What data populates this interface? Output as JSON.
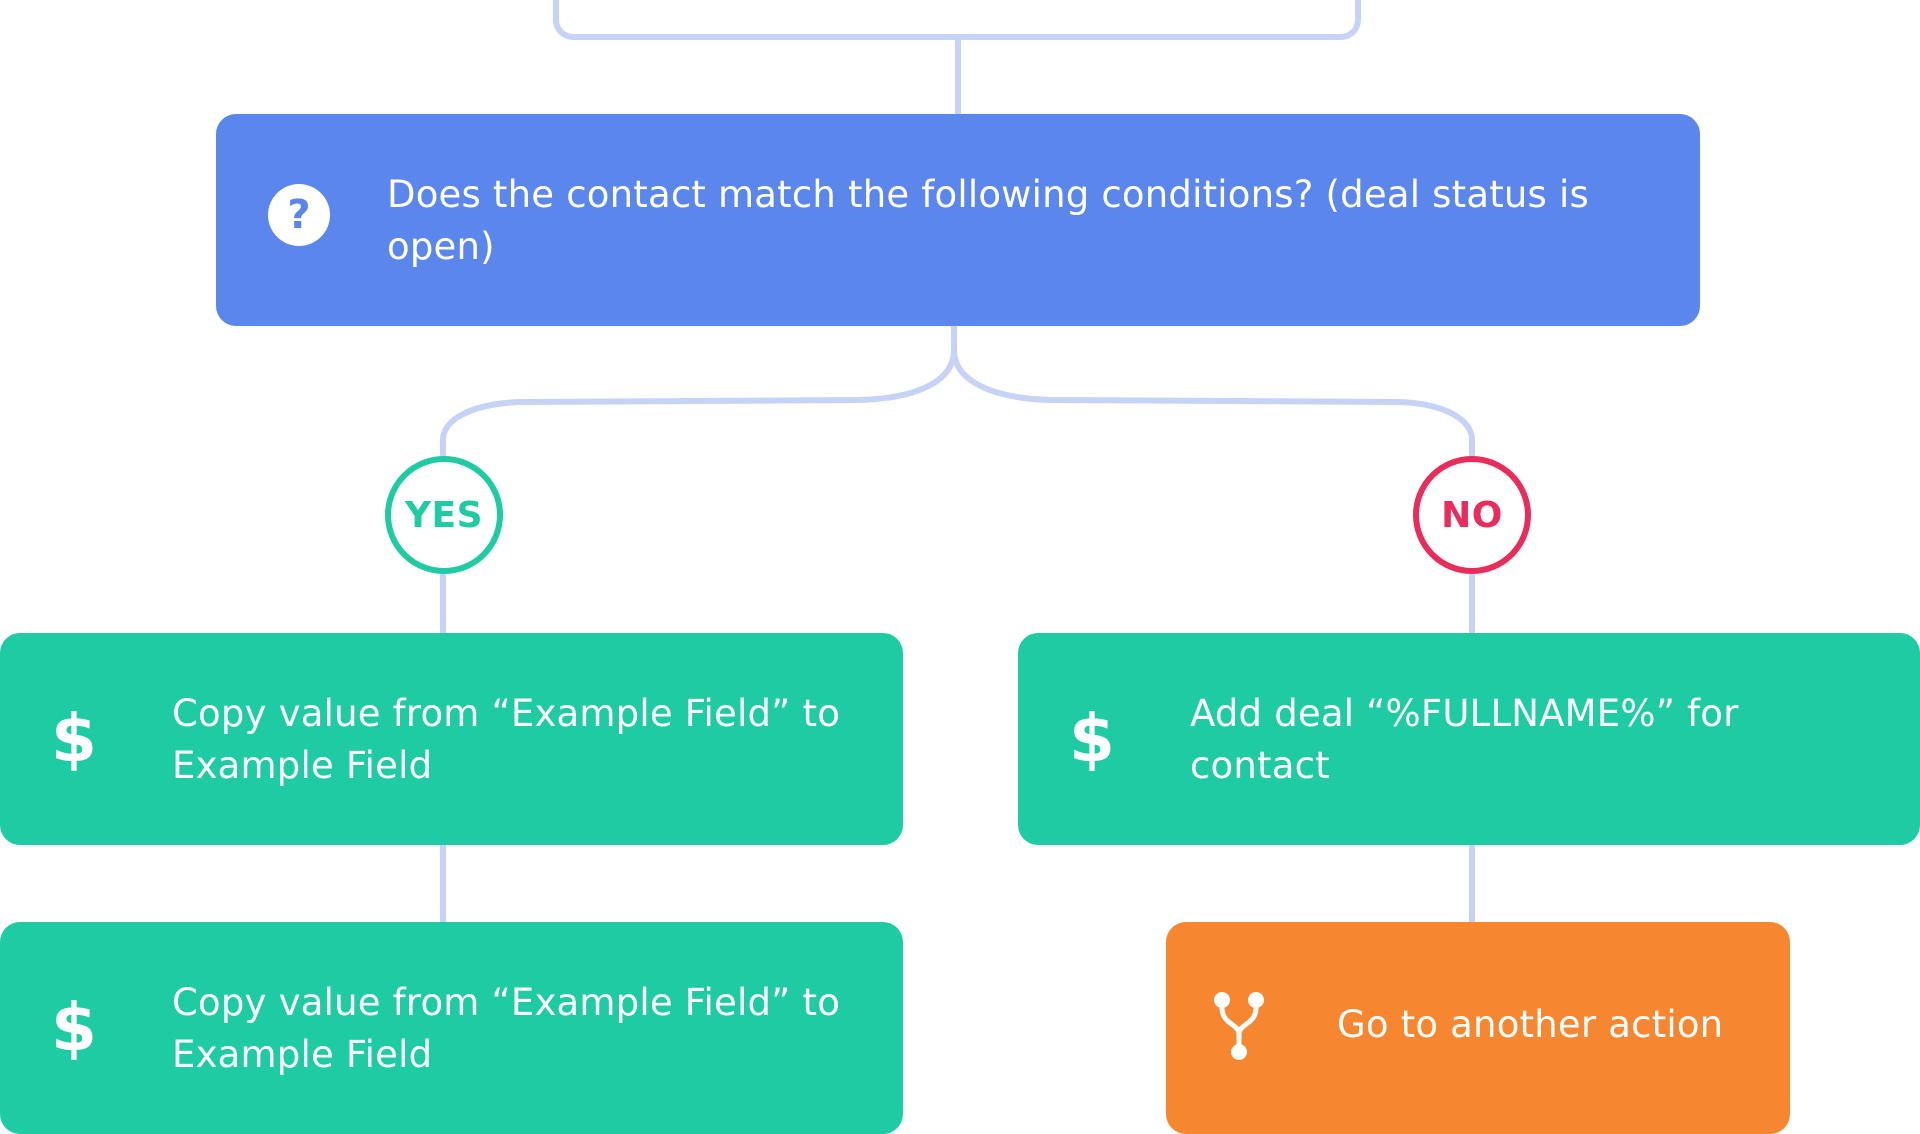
{
  "condition": {
    "text": "Does the contact match the following conditions? (deal status is open)",
    "icon": "question-circle-icon"
  },
  "branches": {
    "yes_label": "YES",
    "no_label": "NO"
  },
  "yes_actions": [
    {
      "icon": "dollar-icon",
      "text": "Copy value from “Example Field” to Example Field"
    },
    {
      "icon": "dollar-icon",
      "text": "Copy value from “Example Field” to Example Field"
    }
  ],
  "no_actions": [
    {
      "icon": "dollar-icon",
      "text": "Add deal “%FULLNAME%” for contact"
    },
    {
      "icon": "split-icon",
      "text": "Go to another action"
    }
  ],
  "colors": {
    "condition": "#5b86ec",
    "action_green": "#1ecba2",
    "goto_orange": "#f6862f",
    "yes": "#1ecba2",
    "no": "#ea2c5a",
    "connector": "#c6d3f7"
  }
}
